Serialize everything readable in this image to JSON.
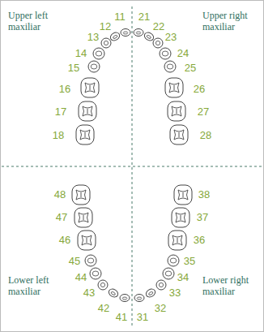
{
  "diagram": {
    "labels": [
      "11",
      "21",
      "12",
      "22",
      "13",
      "23",
      "Upper left maxiliar",
      "Upper right maxiliar",
      "14",
      "24",
      "15",
      "25",
      "16",
      "26",
      "17",
      "27",
      "18",
      "28",
      "48",
      "38",
      "47",
      "37",
      "46",
      "36",
      "45",
      "35",
      "Lower left maxiliar",
      "Lower right maxiliar",
      "44",
      "34",
      "43",
      "33",
      "42",
      "32",
      "41",
      "31"
    ]
  }
}
